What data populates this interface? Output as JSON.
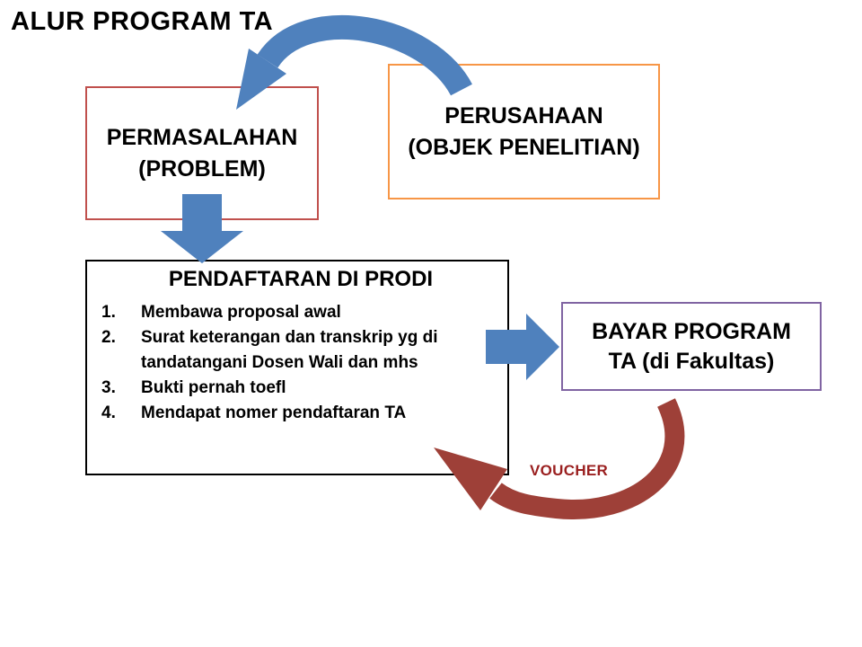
{
  "title": "ALUR PROGRAM TA",
  "colors": {
    "arrow_blue": "#4F81BD",
    "arrow_red": "#9E4038",
    "box_red_border": "#C0504D",
    "box_orange_border": "#F79646",
    "box_black_border": "#000000",
    "box_purple_border": "#8064A2",
    "voucher_text": "#9A1F1F"
  },
  "boxes": {
    "permasalahan": {
      "line1": "PERMASALAHAN",
      "line2": "(PROBLEM)"
    },
    "perusahaan": {
      "line1": "PERUSAHAAN",
      "line2": "(OBJEK PENELITIAN)"
    },
    "pendaftaran": {
      "title": "PENDAFTARAN DI PRODI",
      "items": [
        {
          "num": "1.",
          "text": "Membawa proposal awal"
        },
        {
          "num": "2.",
          "text": "Surat keterangan dan transkrip yg di tandatangani Dosen Wali dan mhs"
        },
        {
          "num": "3.",
          "text": "Bukti pernah toefl"
        },
        {
          "num": "4.",
          "text": "Mendapat nomer pendaftaran TA"
        }
      ]
    },
    "bayar": {
      "line1": "BAYAR PROGRAM",
      "line2": "TA (di Fakultas)"
    }
  },
  "labels": {
    "voucher": "VOUCHER"
  }
}
